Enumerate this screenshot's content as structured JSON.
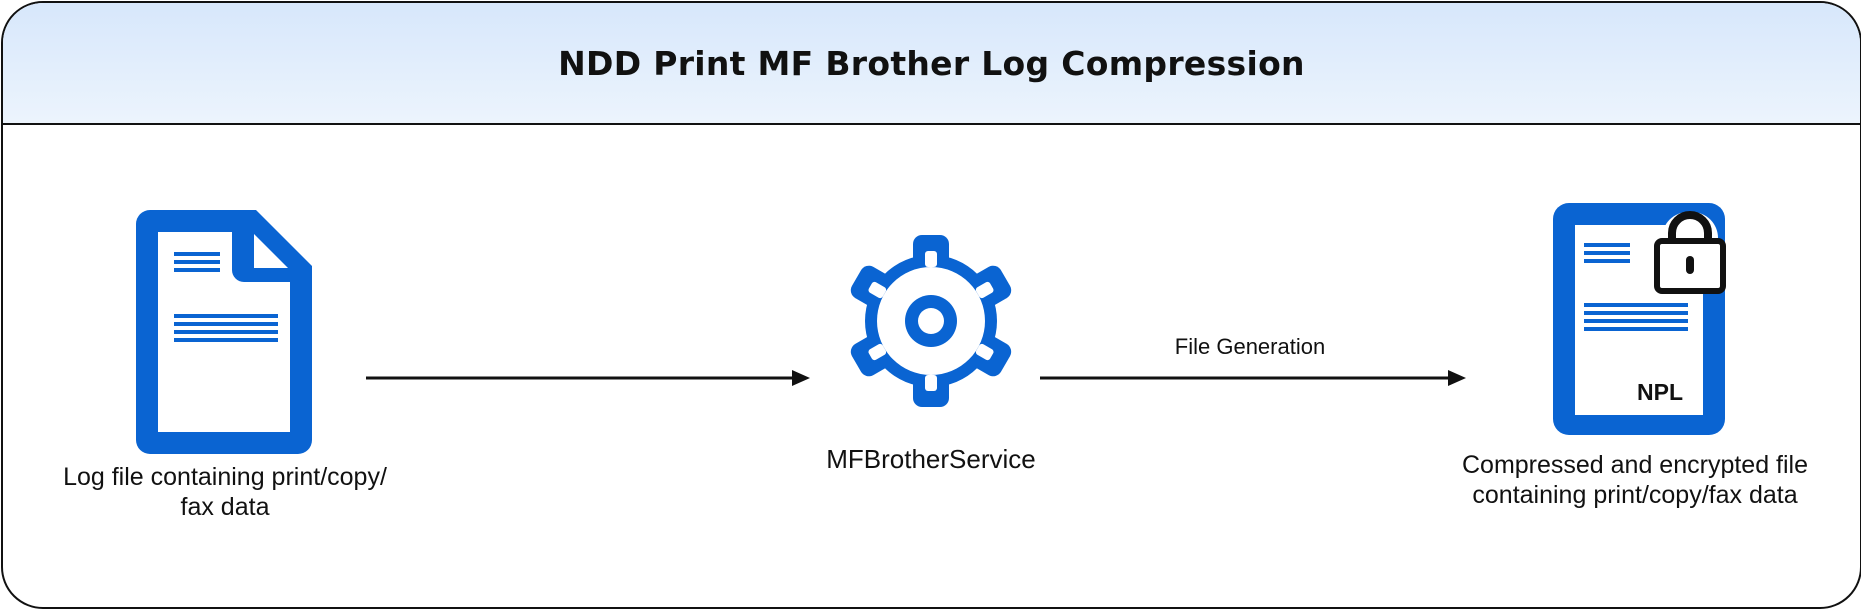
{
  "diagram": {
    "title": "NDD Print MF Brother Log Compression",
    "nodes": {
      "source": {
        "icon": "document-icon",
        "label_line1": "Log file containing print/copy/",
        "label_line2": "fax data"
      },
      "service": {
        "icon": "gear-icon",
        "label": "MFBrotherService"
      },
      "output": {
        "icon": "encrypted-document-icon",
        "badge": "NPL",
        "label_line1": "Compressed and encrypted file",
        "label_line2": "containing print/copy/fax data"
      }
    },
    "edges": [
      {
        "from": "source",
        "to": "service",
        "label": ""
      },
      {
        "from": "service",
        "to": "output",
        "label": "File Generation"
      }
    ],
    "colors": {
      "accent": "#0a64d2",
      "ink": "#111111",
      "header_top": "#d7e7fb",
      "header_bottom": "#ecf4fd"
    }
  }
}
